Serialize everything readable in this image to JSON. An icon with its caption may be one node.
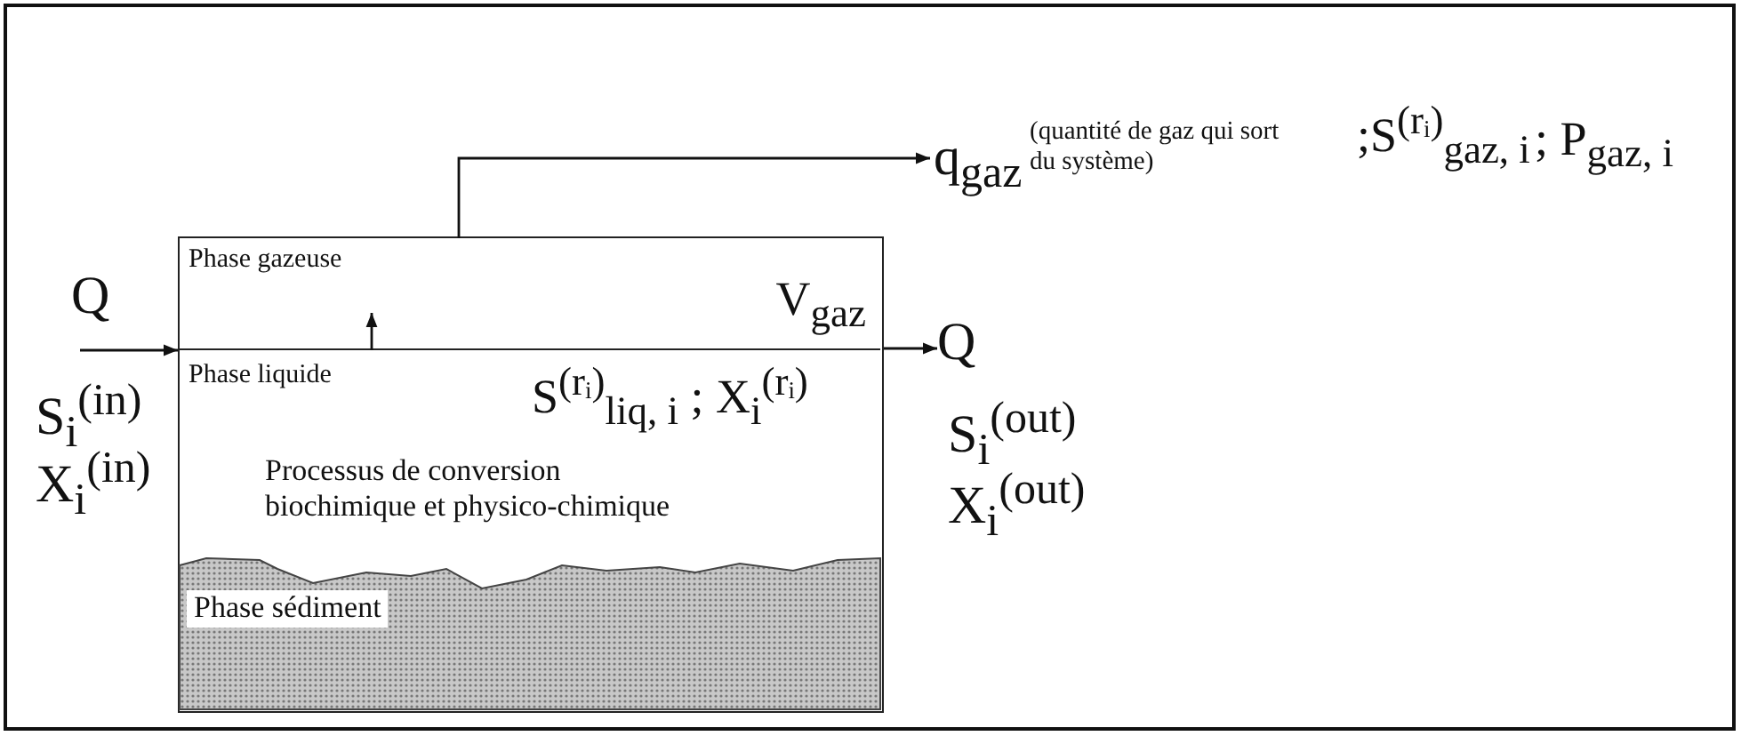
{
  "diagram": {
    "nodes": [
      {
        "text": [],
        "shape": "box"
      },
      {
        "text": [
          "Phase gazeuse",
          "V$_{gaz}$"
        ],
        "in": 0
      },
      {
        "text": [
          "Phase liquide",
          "S$^{(rᵢ)}$$_{liq, i}$ ; X$_{i}$$^{(rᵢ)}$",
          "Processus de conversion biochimique et physico-chimique"
        ],
        "in": 0
      },
      {
        "text": [
          "Phase sédiment"
        ],
        "in": 0
      },
      {
        "text": [
          "Q"
        ]
      },
      {
        "text": [
          "q$_{gaz}$",
          "(quantité de gaz qui sort du système)",
          ";S$^{(rᵢ)}$$_{gaz, i}$",
          "; P$_{gaz, i}$"
        ]
      }
    ],
    "edges": [
      {
        "from": null,
        "to": 0,
        "arrow": "to"
      },
      {
        "from": 0,
        "to": 4,
        "arrow": "to"
      },
      {
        "from": 2,
        "to": 1,
        "arrow": "to"
      },
      {
        "from": 1,
        "to": 5,
        "arrow": "to"
      }
    ],
    "labels": [
      "Q",
      "S$_{i}$$^{(in)}$",
      "X$_{i}$$^{(in)}$",
      "S$_{i}$$^{(out)}$",
      "X$_{i}$$^{(out)}$"
    ]
  }
}
